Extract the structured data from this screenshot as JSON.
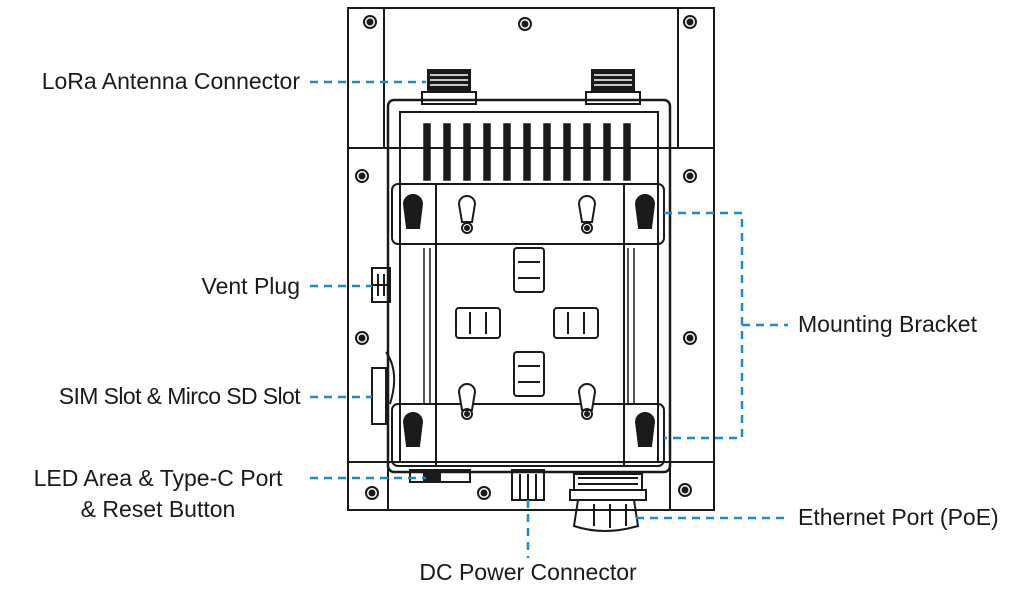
{
  "labels": {
    "lora_antenna": "LoRa Antenna Connector",
    "vent_plug": "Vent Plug",
    "sim_slot": "SIM Slot & Mirco SD Slot",
    "led_area_line1": "LED Area & Type-C Port",
    "led_area_line2": "& Reset Button",
    "dc_power": "DC Power Connector",
    "mounting_bracket": "Mounting Bracket",
    "ethernet_port": "Ethernet Port (PoE)"
  },
  "colors": {
    "leader": "#1f8bc4",
    "outline": "#1a1a1a",
    "text": "#1a1a1a",
    "background": "#ffffff"
  }
}
